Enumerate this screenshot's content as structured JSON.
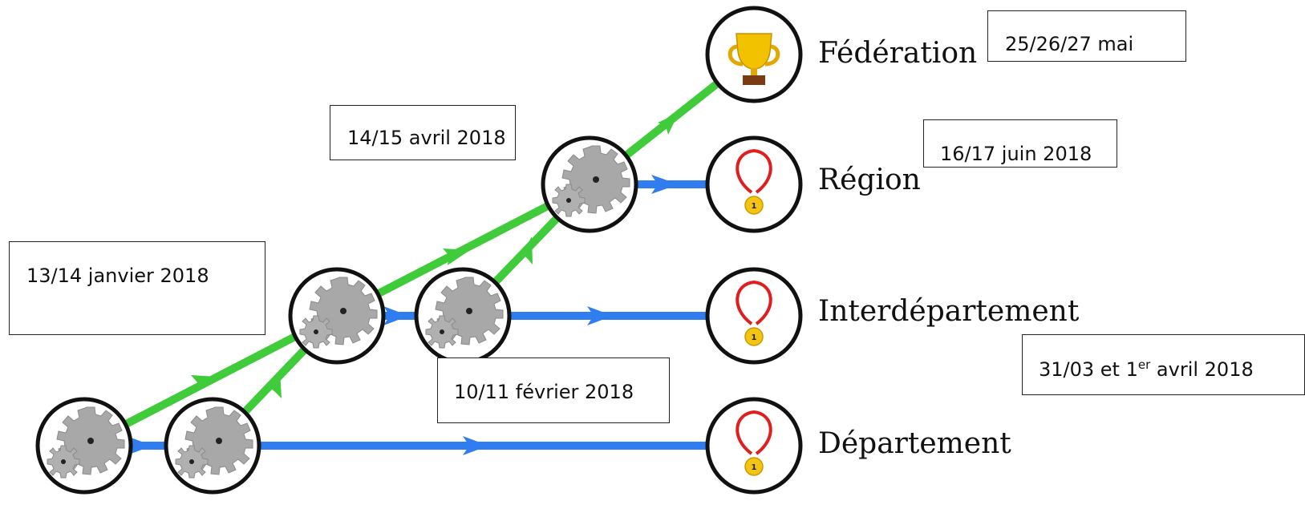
{
  "colors": {
    "qualification_path": "#3fcb3a",
    "participation_path": "#2f7dee",
    "gear": "#a8a8a8",
    "medal_ribbon": "#e01e1e",
    "medal": "#f4c414",
    "trophy": "#f2c200",
    "trophy_base": "#7a3b12"
  },
  "levels": [
    {
      "label": "Fédération",
      "icon": "trophy-icon"
    },
    {
      "label": "Région",
      "icon": "medal-icon",
      "medal_number": "1"
    },
    {
      "label": "Interdépartement",
      "icon": "medal-icon",
      "medal_number": "1"
    },
    {
      "label": "Département",
      "icon": "medal-icon",
      "medal_number": "1"
    }
  ],
  "dates": {
    "federation": "25/26/27 mai",
    "region": "16/17 juin 2018",
    "interdepartement": {
      "prefix": "31/03 et 1",
      "sup": "er",
      "suffix": " avril 2018"
    },
    "departement": "13/14 janvier 2018",
    "step_1": "10/11 février 2018",
    "step_2": "14/15 avril 2018"
  },
  "stage_icon": "gears-icon"
}
